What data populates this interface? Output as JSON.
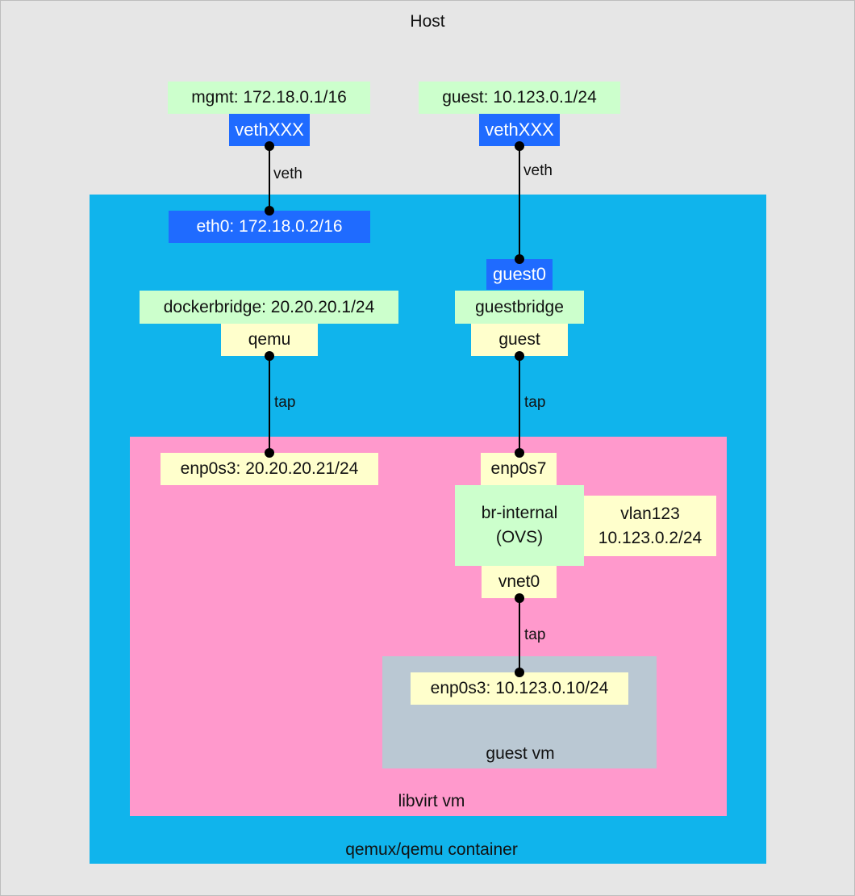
{
  "regions": {
    "host": "Host",
    "container": "qemux/qemu container",
    "libvirt": "libvirt vm",
    "guest_vm": "guest vm"
  },
  "host_side": {
    "mgmt": "mgmt: 172.18.0.1/16",
    "mgmt_veth": "vethXXX",
    "guest": "guest: 10.123.0.1/24",
    "guest_veth": "vethXXX"
  },
  "container_side": {
    "eth0": "eth0: 172.18.0.2/16",
    "guest0": "guest0",
    "dockerbridge": "dockerbridge: 20.20.20.1/24",
    "qemu": "qemu",
    "guestbridge": "guestbridge",
    "guest": "guest"
  },
  "libvirt_side": {
    "enp0s3": "enp0s3: 20.20.20.21/24",
    "enp0s7": "enp0s7",
    "br_internal_line1": "br-internal",
    "br_internal_line2": "(OVS)",
    "vlan_line1": "vlan123",
    "vlan_line2": "10.123.0.2/24",
    "vnet0": "vnet0"
  },
  "guest_vm_side": {
    "enp0s3": "enp0s3: 10.123.0.10/24"
  },
  "links": {
    "mgmt_veth": "veth",
    "guest_veth": "veth",
    "qemu_tap": "tap",
    "guest_tap": "tap",
    "vnet_tap": "tap"
  },
  "colors": {
    "host_bg": "#e6e6e6",
    "container_bg": "#10b4ec",
    "libvirt_bg": "#ff99cc",
    "guest_vm_bg": "#bac8d3",
    "bridge_green": "#ccffcc",
    "iface_yellow": "#ffffcc",
    "veth_blue": "#1f6bff"
  }
}
